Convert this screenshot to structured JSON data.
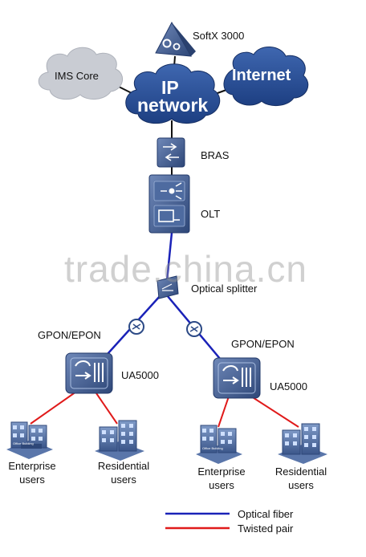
{
  "nodes": {
    "softx": "SoftX 3000",
    "ims": "IMS Core",
    "ip_line1": "IP",
    "ip_line2": "network",
    "internet": "Internet",
    "bras": "BRAS",
    "olt": "OLT",
    "splitter": "Optical splitter",
    "gpon_left": "GPON/EPON",
    "gpon_right": "GPON/EPON",
    "ua_left": "UA5000",
    "ua_right": "UA5000",
    "ent_left_1": "Enterprise",
    "ent_left_2": "users",
    "res_left_1": "Residential",
    "res_left_2": "users",
    "ent_right_1": "Enterprise",
    "ent_right_2": "users",
    "res_right_1": "Residential",
    "res_right_2": "users",
    "building_sign": "Office Building"
  },
  "legend": {
    "fiber": "Optical fiber",
    "twisted": "Twisted pair"
  },
  "watermark": "trade.china.cn",
  "colors": {
    "fiber": "#1a22b8",
    "twisted": "#e01a1a",
    "device": "#3d5a8f"
  }
}
